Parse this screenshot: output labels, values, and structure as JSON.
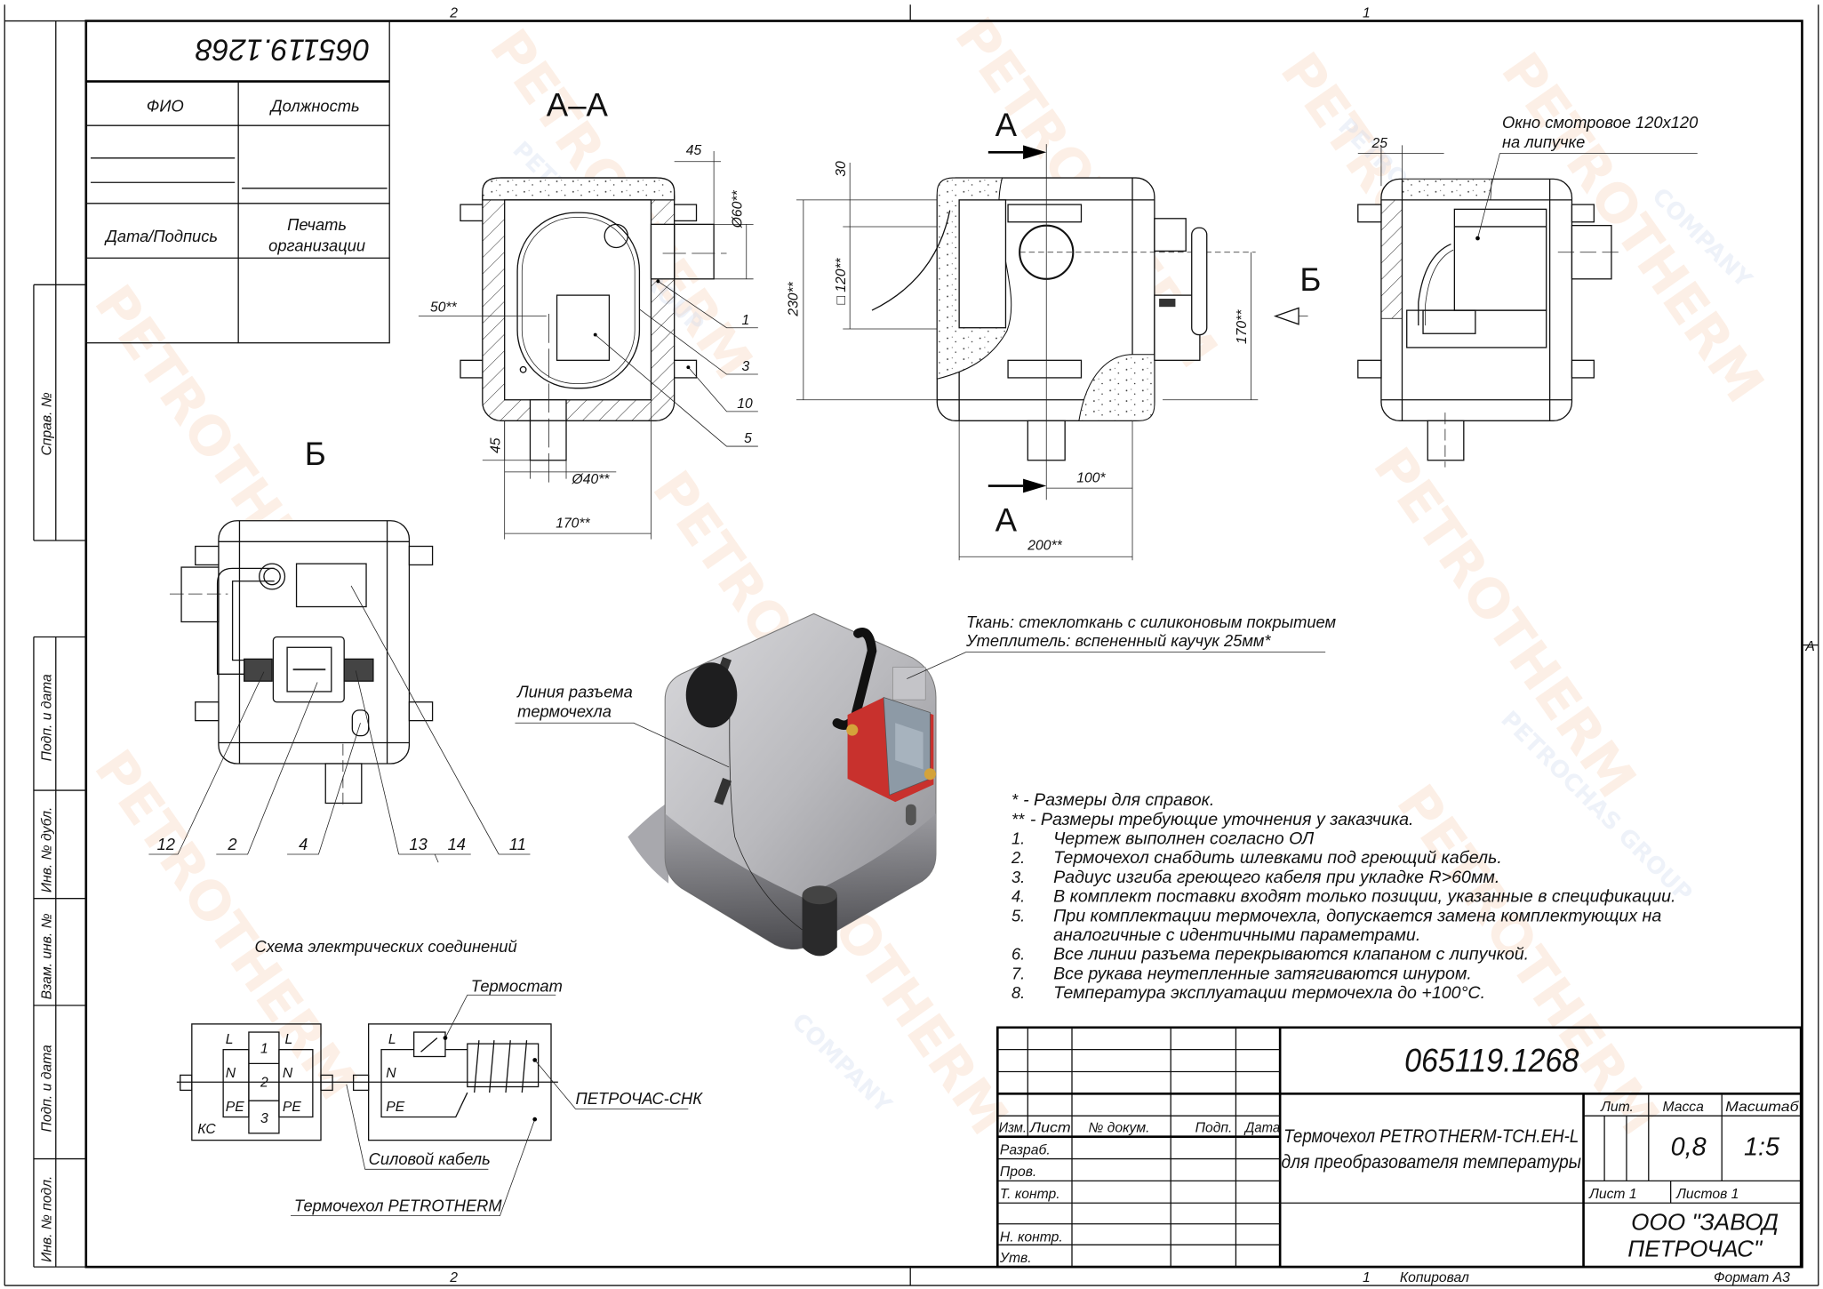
{
  "watermark": {
    "brand": "PETROTHERM",
    "sub": "PETROCHAS GROUP",
    "company": "COMPANY"
  },
  "frame": {
    "zone_top_left": "2",
    "zone_top_right": "1",
    "zone_bottom_left": "2",
    "zone_bottom_right": "1",
    "zone_right": "A"
  },
  "side_labels": [
    "Справ. №",
    "Подп. и дата",
    "Инв. № дубл.",
    "Взам. инв. №",
    "Подп. и дата",
    "Инв. № подл."
  ],
  "stamp": {
    "number": "065119.1268",
    "fio": "ФИО",
    "position": "Должность",
    "date_sign": "Дата/Подпись",
    "seal_line1": "Печать",
    "seal_line2": "организации"
  },
  "views": {
    "section": "А–А",
    "cut_top": "А",
    "cut_bottom": "А",
    "arrow_b": "Б",
    "view_b": "Б"
  },
  "dims": {
    "a_45_top": "45",
    "a_d60": "Ø60**",
    "a_50": "50**",
    "a_45_bottom": "45",
    "a_d40": "Ø40**",
    "a_170": "170**",
    "f_230": "230**",
    "f_30": "30",
    "f_120": "□ 120**",
    "f_170": "170**",
    "f_100": "100*",
    "f_200": "200**",
    "r_25": "25"
  },
  "callouts": {
    "c1": "1",
    "c3": "3",
    "c10": "10",
    "c5": "5",
    "c12": "12",
    "c2": "2",
    "c4": "4",
    "c13": "13",
    "c14": "14",
    "c11": "11"
  },
  "annotations": {
    "window_line1": "Окно смотровое 120х120",
    "window_line2": "на липучке",
    "fabric_line1": "Ткань: стеклоткань с силиконовым покрытием",
    "fabric_line2": "Утеплитель: вспененный каучук 25мм*",
    "split_line1": "Линия разъема",
    "split_line2": "термочехла"
  },
  "schema": {
    "title": "Схема электрических соединений",
    "thermostat": "Термостат",
    "cable_type": "ПЕТРОЧАС-СНК",
    "power_cable": "Силовой кабель",
    "jacket": "Термочехол PETROTHERM",
    "kc": "КС",
    "L": "L",
    "N": "N",
    "PE": "PE",
    "t1": "1",
    "t2": "2",
    "t3": "3"
  },
  "notes": [
    {
      "num": "*",
      "text": "- Размеры для справок."
    },
    {
      "num": "**",
      "text": "- Размеры требующие уточнения у заказчика."
    },
    {
      "num": "1.",
      "text": "Чертеж выполнен согласно ОЛ"
    },
    {
      "num": "2.",
      "text": "Термочехол снабдить шлевками под греющий кабель."
    },
    {
      "num": "3.",
      "text": "Радиус изгиба греющего кабеля при укладке R>60мм."
    },
    {
      "num": "4.",
      "text": "В комплект поставки входят только позиции, указанные в спецификации."
    },
    {
      "num": "5.",
      "text": "При комплектации термочехла, допускается замена комплектующих на"
    },
    {
      "num": "",
      "text": "аналогичные с идентичными параметрами."
    },
    {
      "num": "6.",
      "text": "Все линии разъема перекрываются клапаном с липучкой."
    },
    {
      "num": "7.",
      "text": "Все рукава неутепленные затягиваются шнуром."
    },
    {
      "num": "8.",
      "text": "Температура эксплуатации термочехла до +100°С."
    }
  ],
  "title_block": {
    "doc_number": "065119.1268",
    "col_izm": "Изм.",
    "col_list": "Лист",
    "col_doc": "№ докум.",
    "col_sign": "Подп.",
    "col_date": "Дата",
    "role_dev": "Разраб.",
    "role_check": "Пров.",
    "role_tcontrol": "Т. контр.",
    "role_ncontrol": "Н. контр.",
    "role_approve": "Утв.",
    "title_line1": "Термочехол PETROTHERM-TCH.EH-L",
    "title_line2": "для преобразователя температуры",
    "lit_label": "Лит.",
    "mass_label": "Масса",
    "scale_label": "Масштаб",
    "mass": "0,8",
    "scale": "1:5",
    "sheet": "Лист 1",
    "sheets": "Листов 1",
    "org_line1": "ООО \"ЗАВОД",
    "org_line2": "ПЕТРОЧАС\"",
    "copied": "Копировал",
    "format": "Формат А3"
  }
}
